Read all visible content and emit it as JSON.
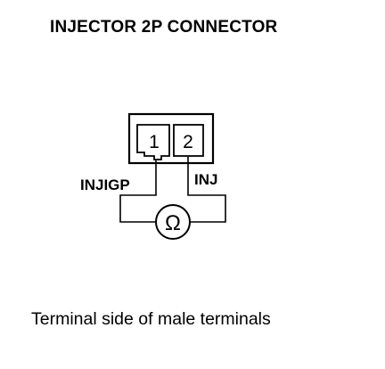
{
  "title": "INJECTOR 2P CONNECTOR",
  "connector": {
    "terminal_1": "1",
    "terminal_2": "2"
  },
  "labels": {
    "left_wire": "INJIGP",
    "right_wire": "INJ"
  },
  "meter": {
    "symbol": "Ω",
    "icon": "ohmmeter-icon"
  },
  "caption": "Terminal side of male terminals"
}
